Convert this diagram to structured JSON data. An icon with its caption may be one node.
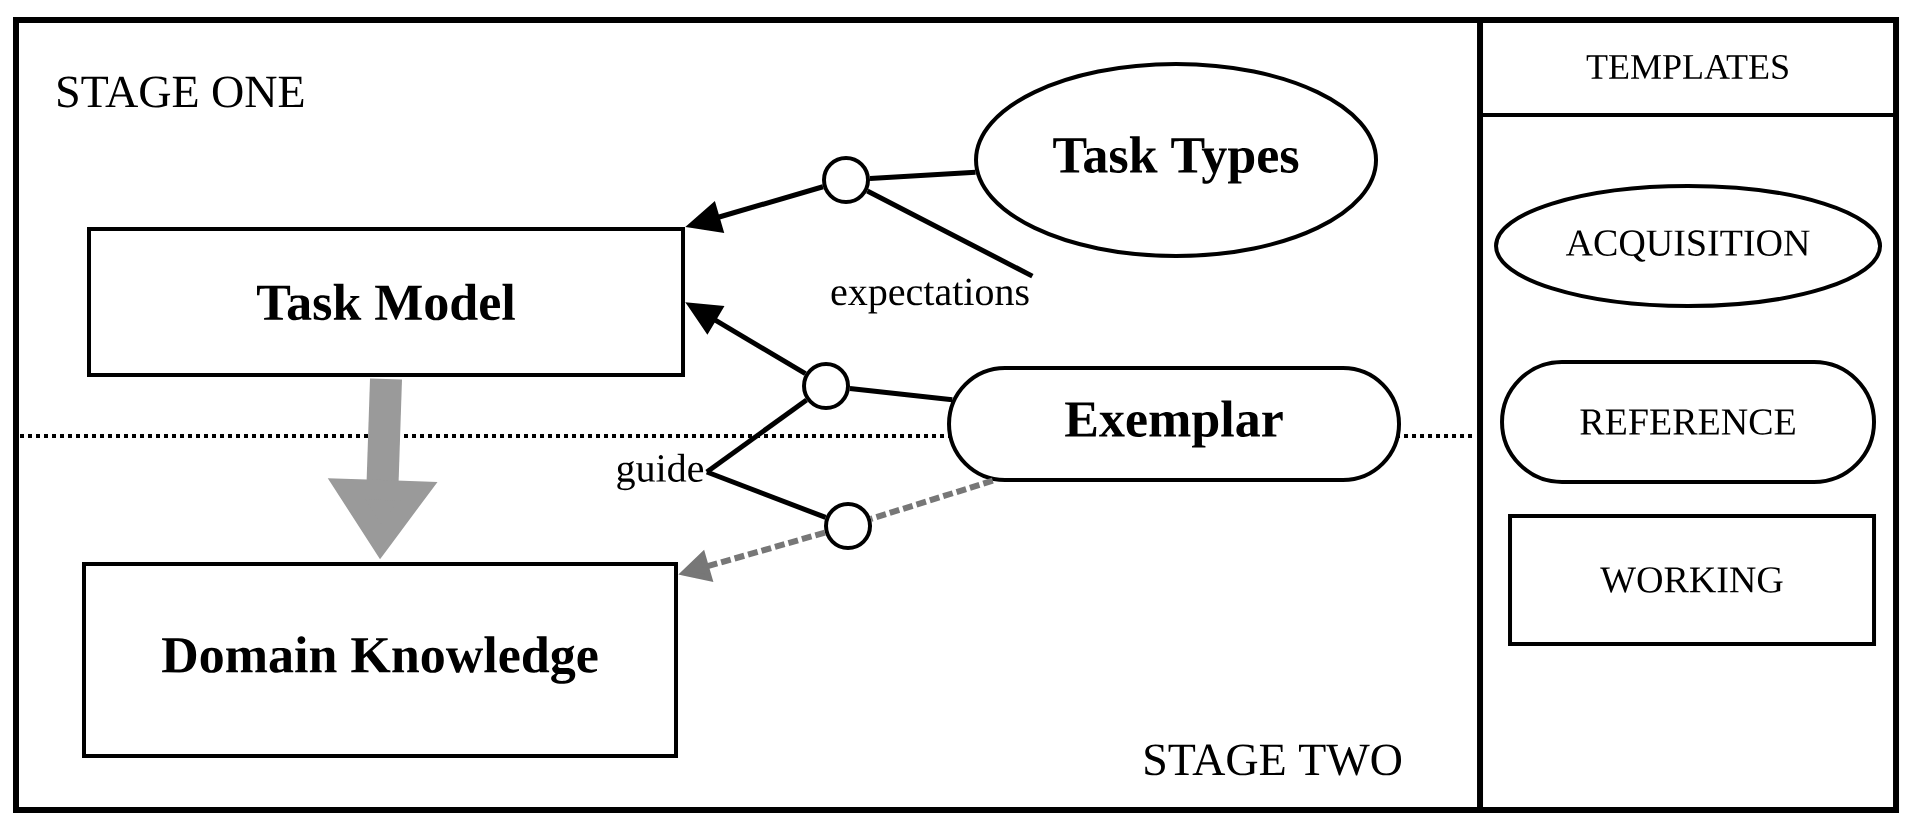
{
  "diagram": {
    "nodes": [
      {
        "text": [
          "Task Types"
        ]
      },
      {
        "text": [],
        "shape": "circle"
      },
      {
        "text": [
          "Task Model"
        ]
      },
      {
        "text": [
          "expectations"
        ]
      },
      {
        "text": [],
        "shape": "circle"
      },
      {
        "text": [
          "Exemplar"
        ]
      },
      {
        "text": [
          "guide"
        ]
      },
      {
        "text": [],
        "shape": "circle"
      },
      {
        "text": [
          "Domain Knowledge"
        ]
      },
      {
        "text": [
          "TEMPLATES"
        ]
      },
      {
        "text": [
          "ACQUISITION"
        ],
        "in": 9
      },
      {
        "text": [
          "REFERENCE"
        ],
        "in": 9
      },
      {
        "text": [
          "WORKING"
        ],
        "in": 9
      }
    ],
    "edges": [
      {
        "from": 0,
        "to": 1,
        "arrow": "none"
      },
      {
        "from": 1,
        "to": 2,
        "arrow": "to"
      },
      {
        "from": 1,
        "to": 3,
        "arrow": "none"
      },
      {
        "from": 5,
        "to": 4,
        "arrow": "none"
      },
      {
        "from": 4,
        "to": 2,
        "arrow": "to"
      },
      {
        "from": 4,
        "to": 6,
        "arrow": "none"
      },
      {
        "from": 5,
        "to": 7,
        "arrow": "none",
        "style": "dashed",
        "color": "#777777"
      },
      {
        "from": 7,
        "to": 8,
        "arrow": "to",
        "style": "dashed",
        "color": "#777777"
      },
      {
        "from": 7,
        "to": 6,
        "arrow": "none"
      },
      {
        "from": 2,
        "to": 8,
        "arrow": "to",
        "style": "thick",
        "color": "#9a9a9a"
      }
    ],
    "labels": [
      "STAGE ONE",
      "STAGE TWO"
    ]
  }
}
